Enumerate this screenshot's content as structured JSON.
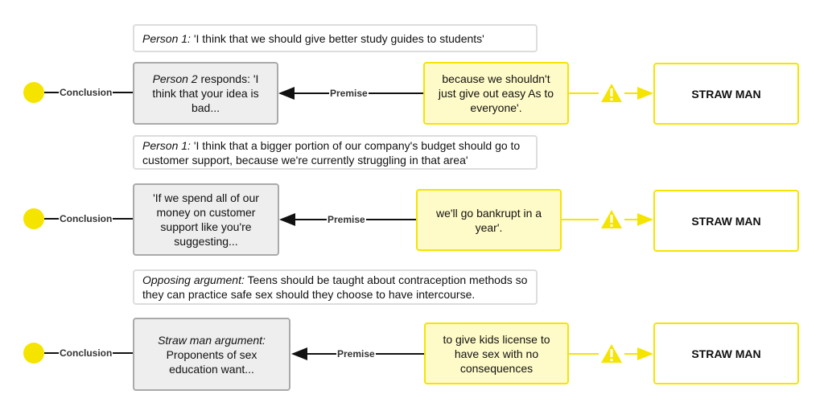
{
  "rows": [
    {
      "note_lead": "Person 1:",
      "note_text": " 'I think that we should give better study guides to students'",
      "conclusion_lead": "Person 2",
      "conclusion_text": " responds: 'I think that your idea is bad...",
      "premise": "because we shouldn't just give out easy As to everyone'.",
      "verdict": "STRAW MAN"
    },
    {
      "note_lead": "Person 1:",
      "note_text": " 'I think that a bigger portion of our company's budget should go to customer support, because we're currently struggling in that area'",
      "conclusion_lead": "",
      "conclusion_text": "'If we spend all of our money on customer support like you're suggesting...",
      "premise": "we'll go bankrupt in a year'.",
      "verdict": "STRAW MAN"
    },
    {
      "note_lead": "Opposing argument:",
      "note_text": " Teens should be taught about contraception methods so they can practice safe sex should they choose to have intercourse.",
      "conclusion_lead": "Straw man argument:",
      "conclusion_text": "Proponents of sex education want...",
      "premise": "to give kids license to have sex with no consequences",
      "verdict": "STRAW MAN"
    }
  ],
  "labels": {
    "conclusion": "Conclusion",
    "premise": "Premise"
  },
  "colors": {
    "yellow": "#f5e400",
    "premise_fill": "#fffbc8"
  }
}
